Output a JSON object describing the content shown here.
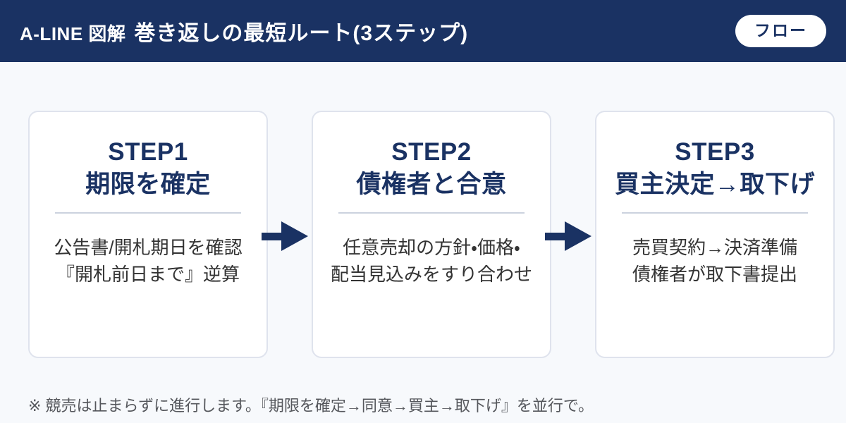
{
  "header": {
    "brand": "A-LINE 図解",
    "title": "巻き返しの最短ルート(3ステップ)",
    "badge": "フロー"
  },
  "steps": [
    {
      "step": "STEP1",
      "title": "期限を確定",
      "body_line1": "公告書/開札期日を確認",
      "body_line2": "『開札前日まで』逆算"
    },
    {
      "step": "STEP2",
      "title": "債権者と合意",
      "body_line1": "任意売却の方針・価格・",
      "body_line2": "配当見込みをすり合わせ"
    },
    {
      "step": "STEP3",
      "title": "買主決定→取下げ",
      "body_line1": "売買契約→決済準備",
      "body_line2": "債権者が取下書提出"
    }
  ],
  "footer": {
    "note": "※ 競売は止まらずに進行します。『期限を確定→同意→買主→取下げ』を並行で。"
  },
  "colors": {
    "navy": "#1A3263",
    "background": "#F7F9FC",
    "card_border": "#DFE3ED",
    "divider": "#CBD2DE",
    "body_text": "#333333",
    "note_text": "#55575C",
    "badge_background": "#FFFFFF"
  }
}
